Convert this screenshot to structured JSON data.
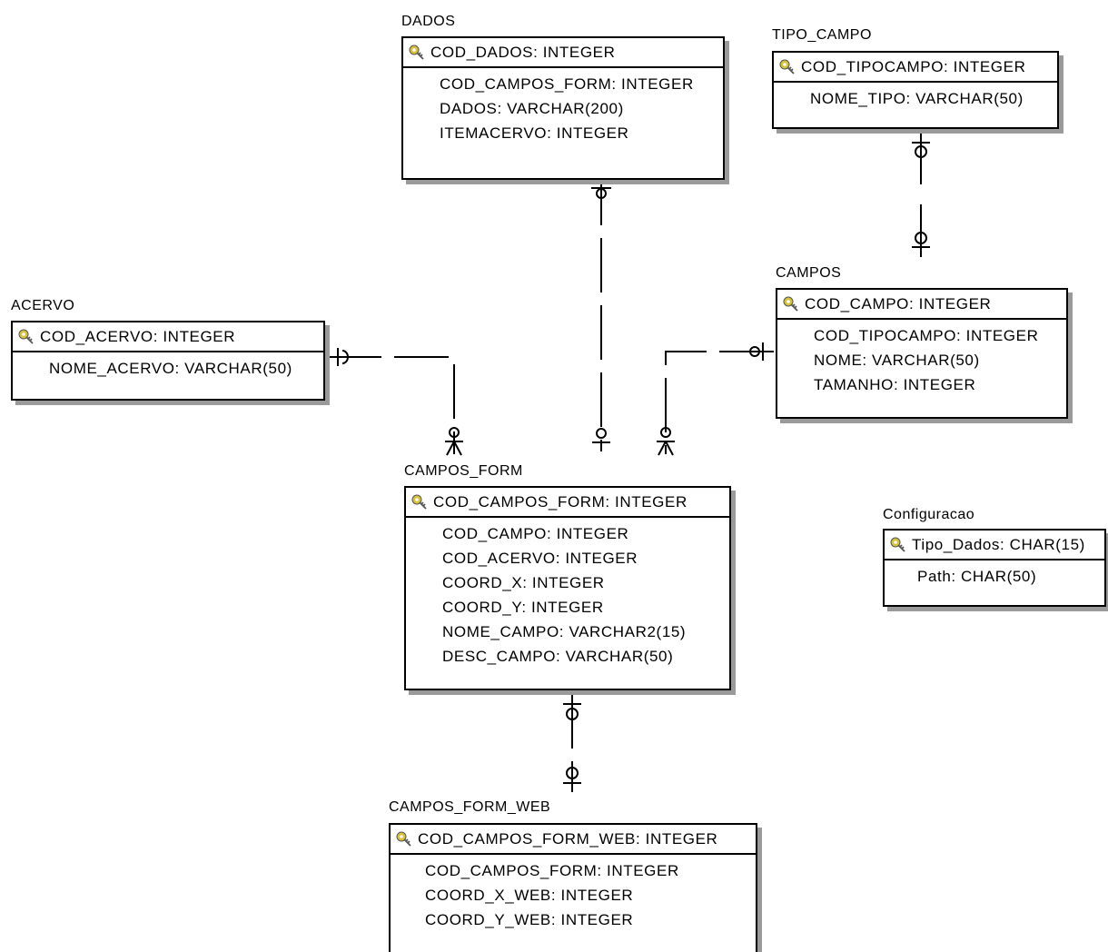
{
  "entities": {
    "dados": {
      "name": "DADOS",
      "pk": "COD_DADOS: INTEGER",
      "attributes": [
        "COD_CAMPOS_FORM: INTEGER",
        "DADOS: VARCHAR(200)",
        "ITEMACERVO: INTEGER"
      ]
    },
    "tipo_campo": {
      "name": "TIPO_CAMPO",
      "pk": "COD_TIPOCAMPO: INTEGER",
      "attributes": [
        "NOME_TIPO: VARCHAR(50)"
      ]
    },
    "campos": {
      "name": "CAMPOS",
      "pk": "COD_CAMPO: INTEGER",
      "attributes": [
        "COD_TIPOCAMPO: INTEGER",
        "NOME: VARCHAR(50)",
        "TAMANHO: INTEGER"
      ]
    },
    "acervo": {
      "name": "ACERVO",
      "pk": "COD_ACERVO: INTEGER",
      "attributes": [
        "NOME_ACERVO: VARCHAR(50)"
      ]
    },
    "campos_form": {
      "name": "CAMPOS_FORM",
      "pk": "COD_CAMPOS_FORM: INTEGER",
      "attributes": [
        "COD_CAMPO: INTEGER",
        "COD_ACERVO: INTEGER",
        "COORD_X: INTEGER",
        "COORD_Y: INTEGER",
        "NOME_CAMPO: VARCHAR2(15)",
        "DESC_CAMPO: VARCHAR(50)"
      ]
    },
    "configuracao": {
      "name": "Configuracao",
      "pk": "Tipo_Dados: CHAR(15)",
      "attributes": [
        "Path: CHAR(50)"
      ]
    },
    "campos_form_web": {
      "name": "CAMPOS_FORM_WEB",
      "pk": "COD_CAMPOS_FORM_WEB: INTEGER",
      "attributes": [
        "COD_CAMPOS_FORM: INTEGER",
        "COORD_X_WEB: INTEGER",
        "COORD_Y_WEB: INTEGER"
      ]
    }
  },
  "relationships": [
    {
      "from": "dados",
      "to": "campos_form"
    },
    {
      "from": "tipo_campo",
      "to": "campos"
    },
    {
      "from": "acervo",
      "to": "campos_form"
    },
    {
      "from": "campos",
      "to": "campos_form"
    },
    {
      "from": "campos_form",
      "to": "campos_form_web"
    }
  ],
  "colors": {
    "key_icon": "#d8c23a",
    "shadow": "#9a9a9a",
    "line": "#000000"
  },
  "icons": {
    "primary_key": "key-icon"
  }
}
